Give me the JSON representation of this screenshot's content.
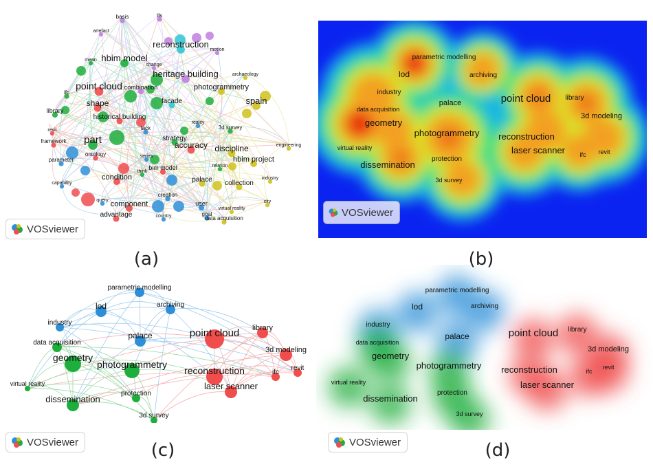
{
  "captions": [
    "(a)",
    "(b)",
    "(c)",
    "(d)"
  ],
  "badge_label": "VOSviewer",
  "colors": {
    "red": "#f04d4d",
    "green": "#1eae3c",
    "blue": "#2d8fd8",
    "yellow": "#cfc21c",
    "purple": "#c07fe0",
    "cyan": "#2ec6d6",
    "density_bg": "#0b23f0"
  },
  "panel_a": {
    "labels": [
      {
        "t": "basis",
        "c": "purple"
      },
      {
        "t": "tls",
        "c": "purple"
      },
      {
        "t": "artefact",
        "c": "purple"
      },
      {
        "t": "reconstruction",
        "c": "cyan"
      },
      {
        "t": "motion",
        "c": "purple"
      },
      {
        "t": "mean",
        "c": "green"
      },
      {
        "t": "hbim model",
        "c": "green"
      },
      {
        "t": "change",
        "c": "purple"
      },
      {
        "t": "heritage building",
        "c": "purple"
      },
      {
        "t": "archaeology",
        "c": "yellow"
      },
      {
        "t": "ifc",
        "c": "green"
      },
      {
        "t": "point cloud",
        "c": "red"
      },
      {
        "t": "combination",
        "c": "purple"
      },
      {
        "t": "photogrammetry",
        "c": "yellow"
      },
      {
        "t": "facade",
        "c": "cyan"
      },
      {
        "t": "shape",
        "c": "red"
      },
      {
        "t": "spain",
        "c": "yellow"
      },
      {
        "t": "library",
        "c": "green"
      },
      {
        "t": "historical building",
        "c": "red"
      },
      {
        "t": "lack",
        "c": "blue"
      },
      {
        "t": "reality",
        "c": "blue"
      },
      {
        "t": "3d survey",
        "c": "green"
      },
      {
        "t": "revit",
        "c": "red"
      },
      {
        "t": "framework",
        "c": "red"
      },
      {
        "t": "strategy",
        "c": "green"
      },
      {
        "t": "part",
        "c": "green"
      },
      {
        "t": "accuracy",
        "c": "red"
      },
      {
        "t": "discipline",
        "c": "yellow"
      },
      {
        "t": "engineering",
        "c": "yellow"
      },
      {
        "t": "ontology",
        "c": "red"
      },
      {
        "t": "series",
        "c": "blue"
      },
      {
        "t": "parameter",
        "c": "blue"
      },
      {
        "t": "hbim project",
        "c": "yellow"
      },
      {
        "t": "bim model",
        "c": "red"
      },
      {
        "t": "think",
        "c": "green"
      },
      {
        "t": "relation",
        "c": "green"
      },
      {
        "t": "condition",
        "c": "red"
      },
      {
        "t": "capability",
        "c": "blue"
      },
      {
        "t": "palace",
        "c": "yellow"
      },
      {
        "t": "industry",
        "c": "yellow"
      },
      {
        "t": "collection",
        "c": "yellow"
      },
      {
        "t": "creation",
        "c": "blue"
      },
      {
        "t": "query",
        "c": "blue"
      },
      {
        "t": "component",
        "c": "red"
      },
      {
        "t": "user",
        "c": "blue"
      },
      {
        "t": "city",
        "c": "yellow"
      },
      {
        "t": "virtual reality",
        "c": "yellow"
      },
      {
        "t": "advantage",
        "c": "red"
      },
      {
        "t": "country",
        "c": "blue"
      },
      {
        "t": "goal",
        "c": "blue"
      },
      {
        "t": "data acquisition",
        "c": "yellow"
      }
    ]
  },
  "panel_b": {
    "labels": [
      "parametric modelling",
      "lod",
      "archiving",
      "industry",
      "palace",
      "point cloud",
      "library",
      "data acquisition",
      "geometry",
      "3d modeling",
      "photogrammetry",
      "reconstruction",
      "revit",
      "ifc",
      "laser scanner",
      "virtual reality",
      "dissemination",
      "protection",
      "3d survey"
    ]
  },
  "panel_c": {
    "labels": [
      {
        "t": "parametric modelling",
        "c": "blue"
      },
      {
        "t": "lod",
        "c": "blue"
      },
      {
        "t": "archiving",
        "c": "blue"
      },
      {
        "t": "industry",
        "c": "blue"
      },
      {
        "t": "palace",
        "c": "blue"
      },
      {
        "t": "point cloud",
        "c": "red"
      },
      {
        "t": "library",
        "c": "red"
      },
      {
        "t": "data acquisition",
        "c": "green"
      },
      {
        "t": "3d modeling",
        "c": "red"
      },
      {
        "t": "geometry",
        "c": "green"
      },
      {
        "t": "photogrammetry",
        "c": "green"
      },
      {
        "t": "reconstruction",
        "c": "red"
      },
      {
        "t": "revit",
        "c": "red"
      },
      {
        "t": "ifc",
        "c": "red"
      },
      {
        "t": "laser scanner",
        "c": "red"
      },
      {
        "t": "virtual reality",
        "c": "green"
      },
      {
        "t": "dissemination",
        "c": "green"
      },
      {
        "t": "protection",
        "c": "green"
      },
      {
        "t": "3d survey",
        "c": "green"
      }
    ]
  },
  "panel_d": {
    "labels": [
      {
        "t": "parametric modelling",
        "c": "blue"
      },
      {
        "t": "lod",
        "c": "blue"
      },
      {
        "t": "archiving",
        "c": "blue"
      },
      {
        "t": "industry",
        "c": "blue"
      },
      {
        "t": "palace",
        "c": "blue"
      },
      {
        "t": "point cloud",
        "c": "red"
      },
      {
        "t": "library",
        "c": "red"
      },
      {
        "t": "data acquisition",
        "c": "green"
      },
      {
        "t": "geometry",
        "c": "green"
      },
      {
        "t": "3d modeling",
        "c": "red"
      },
      {
        "t": "photogrammetry",
        "c": "green"
      },
      {
        "t": "reconstruction",
        "c": "red"
      },
      {
        "t": "ifc",
        "c": "red"
      },
      {
        "t": "revit",
        "c": "red"
      },
      {
        "t": "laser scanner",
        "c": "red"
      },
      {
        "t": "virtual reality",
        "c": "green"
      },
      {
        "t": "dissemination",
        "c": "green"
      },
      {
        "t": "protection",
        "c": "green"
      },
      {
        "t": "3d survey",
        "c": "green"
      }
    ]
  }
}
